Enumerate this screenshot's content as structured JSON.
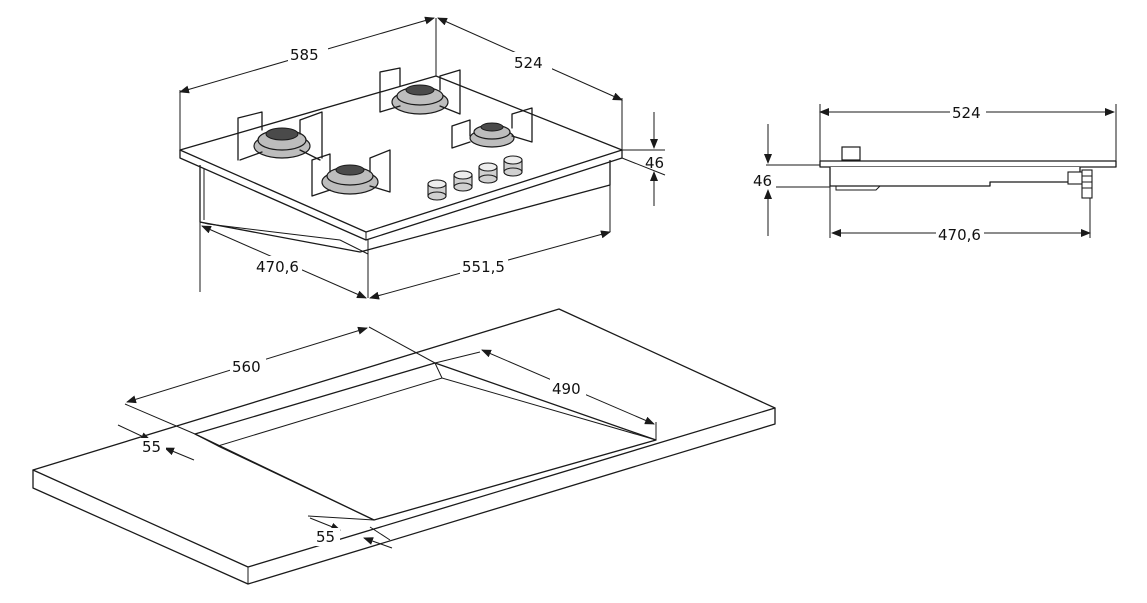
{
  "hob_top_view": {
    "depth_label": "585",
    "width_label": "524",
    "height_label": "46",
    "cutout_depth_label": "470,6",
    "cutout_width_label": "551,5"
  },
  "hob_side_view": {
    "width_label": "524",
    "height_label": "46",
    "body_width_label": "470,6"
  },
  "worktop_view": {
    "cutout_length_label": "560",
    "cutout_width_label": "490",
    "margin_front_label": "55",
    "margin_side_label": "55"
  },
  "colors": {
    "line": "#1a1a1a",
    "burner_fill": "#bdbdbd",
    "knob_fill": "#d0d0d0"
  }
}
